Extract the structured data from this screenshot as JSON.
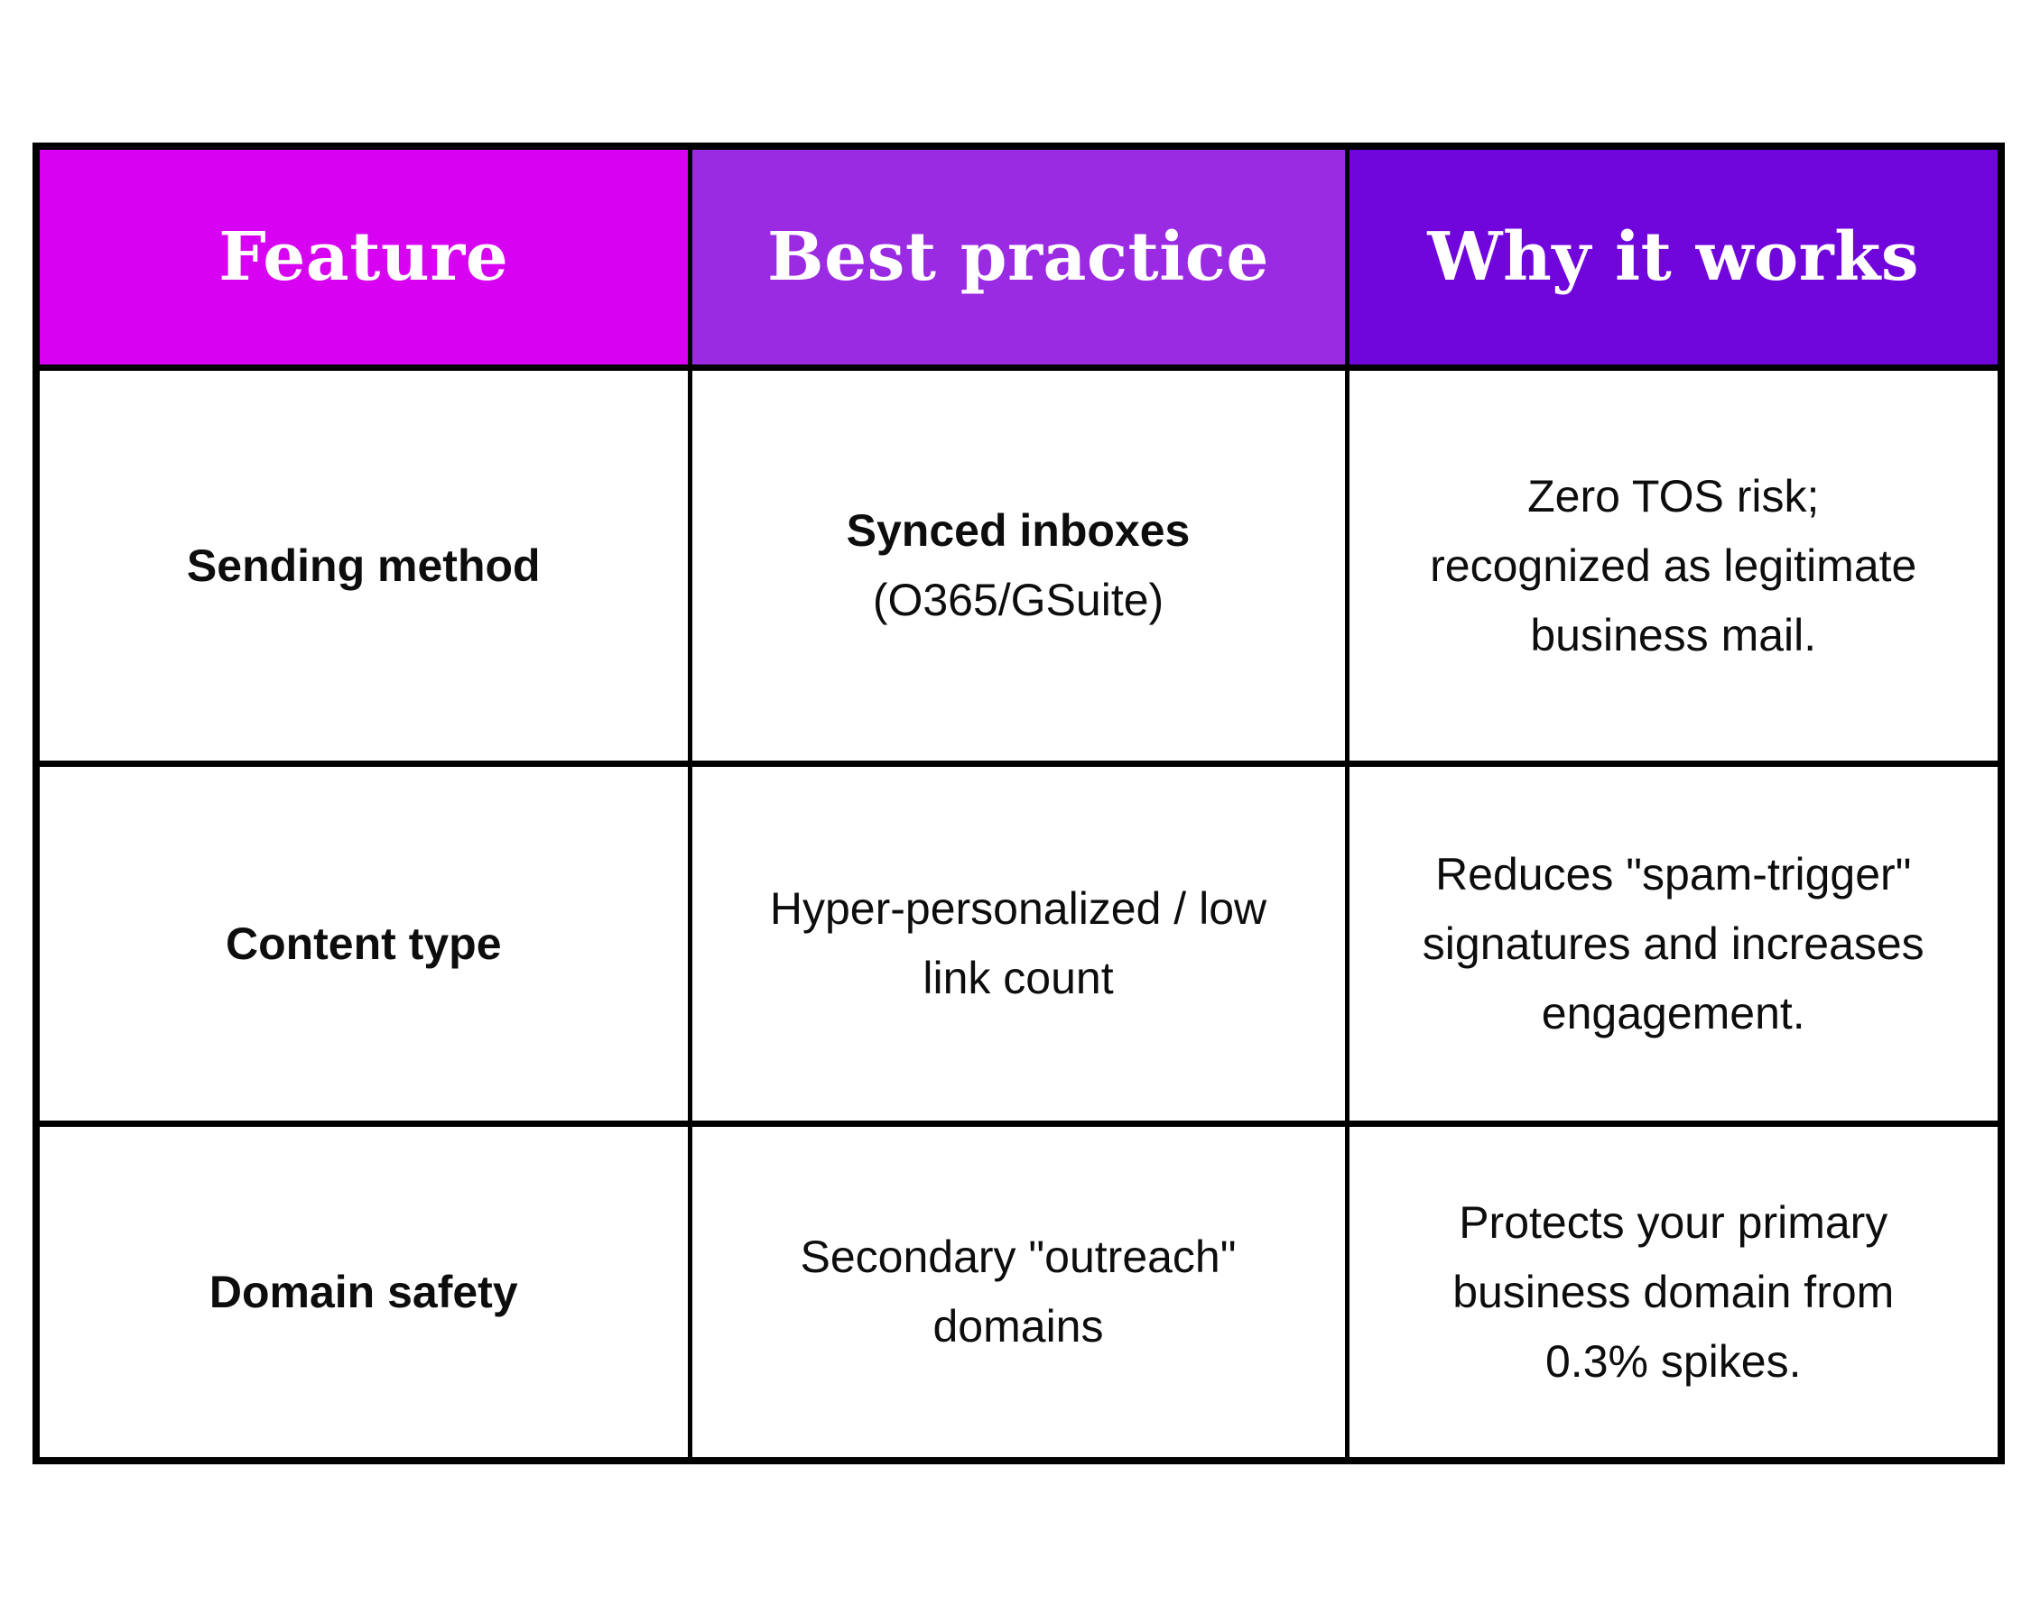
{
  "colors": {
    "page_bg": "#ffffff",
    "border": "#000000",
    "header_text": "#ffffff",
    "body_text": "#0d0d0d",
    "header_feature_bg": "#d802f2",
    "header_practice_bg": "#9b2be2",
    "header_why_bg": "#7005dc"
  },
  "table": {
    "headers": [
      {
        "label": "Feature"
      },
      {
        "label": "Best practice"
      },
      {
        "label": "Why it works"
      }
    ],
    "rows": [
      {
        "feature": "Sending method",
        "practice_primary": "Synced inboxes",
        "practice_secondary": "(O365/GSuite)",
        "why": "Zero TOS risk;\nrecognized as legitimate\nbusiness mail."
      },
      {
        "feature": "Content type",
        "practice_primary": "",
        "practice_secondary": "Hyper-personalized / low\nlink count",
        "why": "Reduces \"spam-trigger\"\nsignatures and increases\nengagement."
      },
      {
        "feature": "Domain safety",
        "practice_primary": "",
        "practice_secondary": "Secondary \"outreach\"\ndomains",
        "why": "Protects your primary\nbusiness domain from\n0.3% spikes."
      }
    ]
  }
}
